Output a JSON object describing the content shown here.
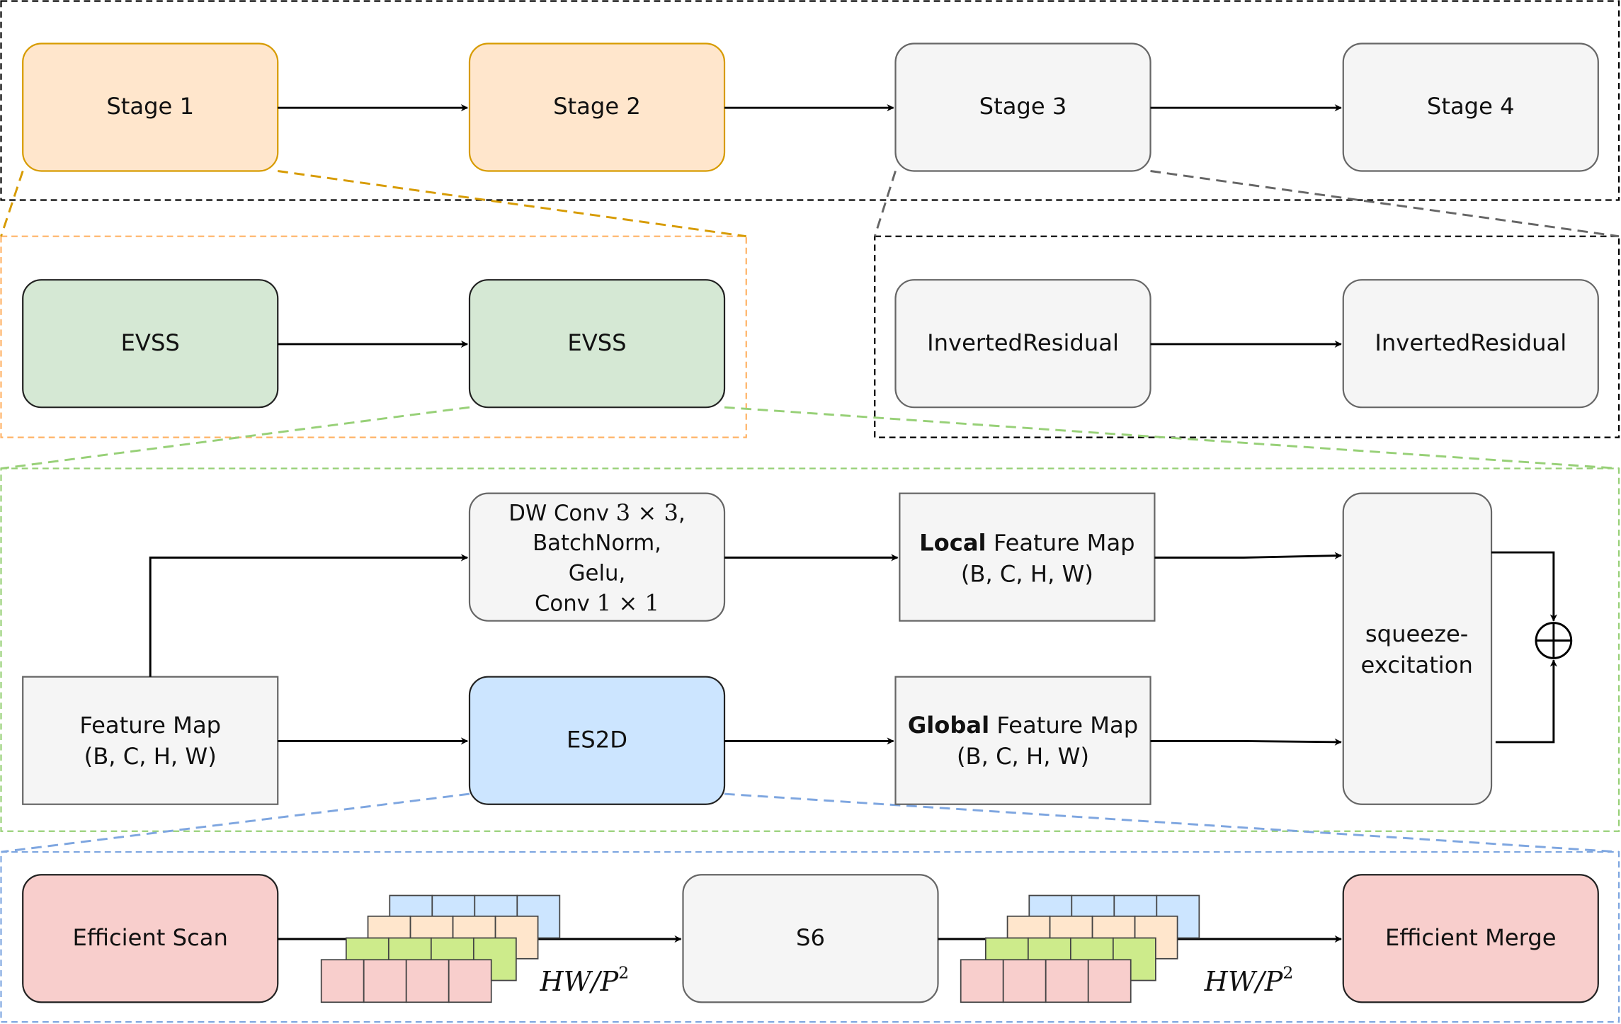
{
  "colors": {
    "orange_fill": "#ffe6cc",
    "orange_stroke": "#d79b00",
    "orange_dash": "#ffb366",
    "gray_fill": "#f5f5f5",
    "gray_stroke": "#666666",
    "green_fill": "#d5e8d4",
    "green_dash": "#97d077",
    "blue_fill": "#cce5ff",
    "blue_dash": "#7ea6e0",
    "red_fill": "#f8cecc",
    "lime_fill": "#cdeb8b"
  },
  "stages": {
    "stage1": "Stage 1",
    "stage2": "Stage 2",
    "stage3": "Stage 3",
    "stage4": "Stage 4"
  },
  "evss": {
    "block1": "EVSS",
    "block2": "EVSS"
  },
  "inverted": {
    "block1": "InvertedResidual",
    "block2": "InvertedResidual"
  },
  "evss_detail": {
    "feature_map_title": "Feature Map",
    "feature_map_shape": "(B, C, H, W)",
    "dwconv_line1": "DW Conv ",
    "dwconv_math1": "3 × 3",
    "dwconv_line1_end": ",",
    "dwconv_line2": "BatchNorm,",
    "dwconv_line3": "Gelu,",
    "dwconv_line4": "Conv ",
    "dwconv_math4": "1 × 1",
    "local_bold": "Local",
    "local_rest": " Feature Map",
    "local_shape": "(B, C, H, W)",
    "es2d": "ES2D",
    "global_bold": "Global",
    "global_rest": " Feature Map",
    "global_shape": "(B, C, H, W)",
    "se_line1": "squeeze-",
    "se_line2": "excitation",
    "add_symbol": "⊕"
  },
  "es2d_detail": {
    "scan": "Efficient Scan",
    "s6": "S6",
    "merge": "Efficient Merge",
    "seq_label_1": "HW/P",
    "seq_label_1_sup": "2",
    "seq_label_2": "HW/P",
    "seq_label_2_sup": "2"
  }
}
